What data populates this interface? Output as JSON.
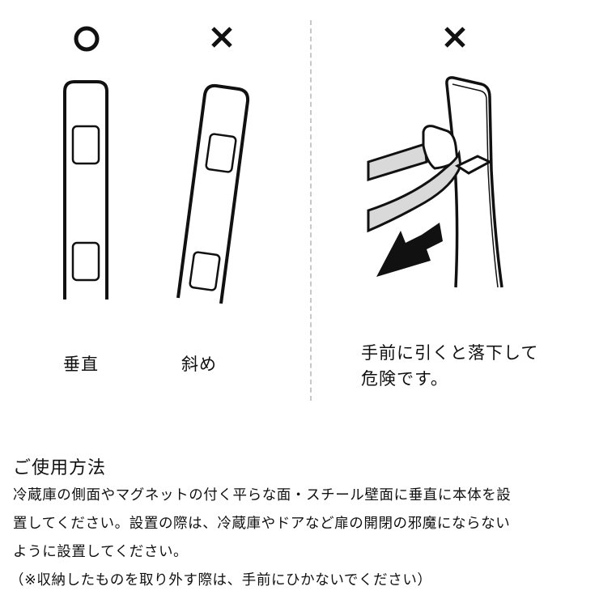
{
  "illustrations": {
    "vertical": {
      "mark": "○",
      "caption": "垂直",
      "verdict": "correct"
    },
    "tilted": {
      "mark": "×",
      "caption": "斜め",
      "verdict": "incorrect"
    },
    "pulling": {
      "mark": "×",
      "caption_line1": "手前に引くと落下して",
      "caption_line2": "危険です。",
      "verdict": "incorrect"
    }
  },
  "instructions": {
    "heading": "ご使用方法",
    "lines": [
      "冷蔵庫の側面やマグネットの付く平らな面・スチール壁面に垂直に本体を設",
      "置してください。設置の際は、冷蔵庫やドアなど扉の開閉の邪魔にならない",
      "ように設置してください。",
      "（※収納したものを取り外す際は、手前にひかないでください）"
    ]
  },
  "colors": {
    "line": "#111111",
    "divider": "#c8c8c8",
    "strap_fill": "#d9d9d9"
  }
}
